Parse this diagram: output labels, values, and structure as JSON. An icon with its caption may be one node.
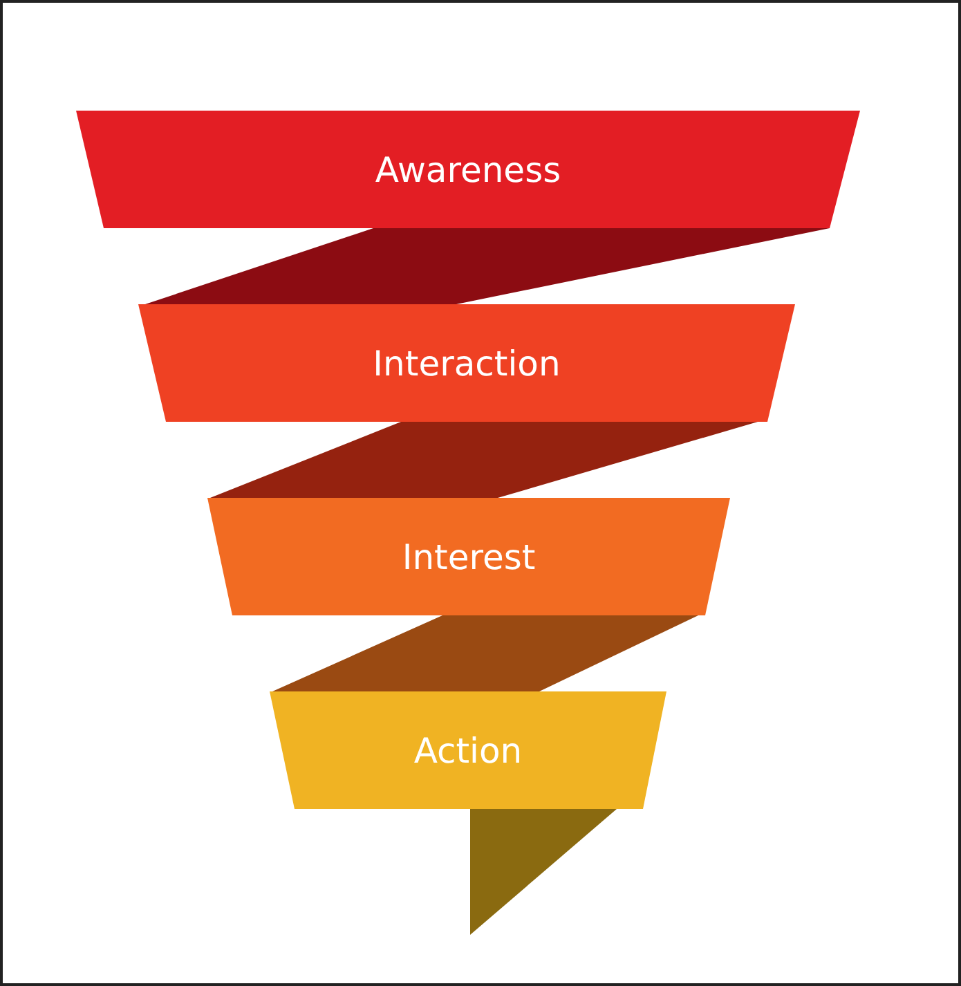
{
  "diagram": {
    "nodes": [
      {
        "text": [
          "Awareness"
        ]
      },
      {
        "text": [
          "Interaction"
        ]
      },
      {
        "text": [
          "Interest"
        ]
      },
      {
        "text": [
          "Action"
        ]
      }
    ]
  }
}
